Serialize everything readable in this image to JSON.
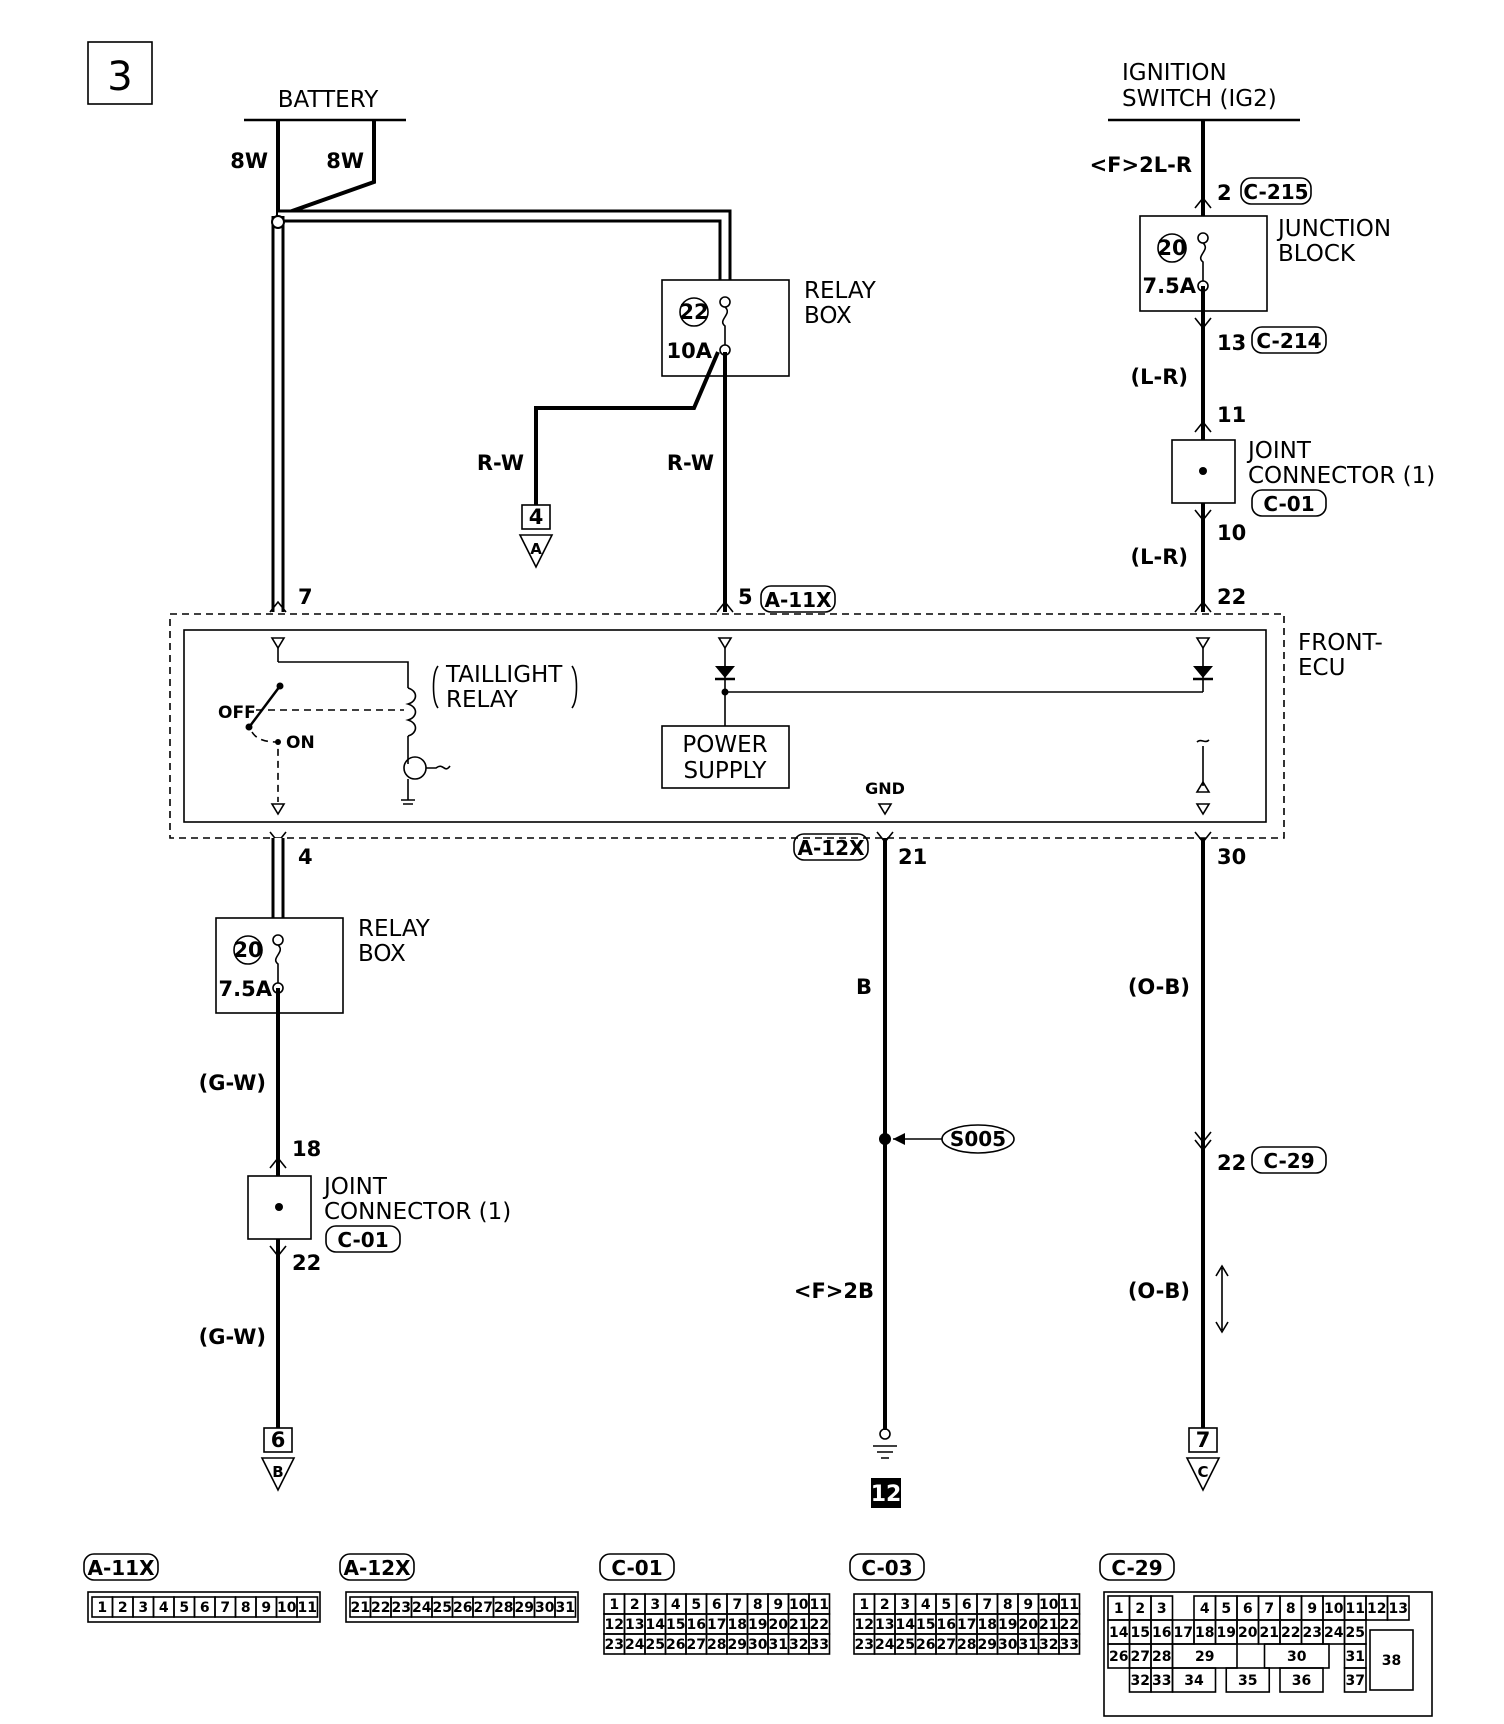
{
  "page_number": "3",
  "labels": {
    "battery": "BATTERY",
    "ignition_1": "IGNITION",
    "ignition_2": "SWITCH (IG2)",
    "junction_1": "JUNCTION",
    "junction_2": "BLOCK",
    "relay_box_top_1": "RELAY",
    "relay_box_top_2": "BOX",
    "relay_box_bottom_1": "RELAY",
    "relay_box_bottom_2": "BOX",
    "joint_right_1": "JOINT",
    "joint_right_2": "CONNECTOR (1)",
    "joint_left_1": "JOINT",
    "joint_left_2": "CONNECTOR (1)",
    "front_ecu_1": "FRONT-",
    "front_ecu_2": "ECU",
    "taillight_1": "TAILLIGHT",
    "taillight_2": "RELAY",
    "power_supply_1": "POWER",
    "power_supply_2": "SUPPLY",
    "off": "OFF",
    "on": "ON",
    "gnd": "GND"
  },
  "fuses": {
    "relay_top_num": "22",
    "relay_top_amp": "10A",
    "junction_num": "20",
    "junction_amp": "7.5A",
    "relay_bottom_num": "20",
    "relay_bottom_amp": "7.5A"
  },
  "wires": {
    "w8w_left": "8W",
    "w8w_right": "8W",
    "rw_left": "R-W",
    "rw_right": "R-W",
    "f2lr": "<F>2L-R",
    "lr_1": "(L-R)",
    "lr_2": "(L-R)",
    "gw_1": "(G-W)",
    "gw_2": "(G-W)",
    "b": "B",
    "f2b": "<F>2B",
    "ob_1": "(O-B)",
    "ob_2": "(O-B)"
  },
  "pins": {
    "p2": "2",
    "p13": "13",
    "p11": "11",
    "p10": "10",
    "p22_top": "22",
    "p7": "7",
    "p5": "5",
    "p4": "4",
    "p21": "21",
    "p30": "30",
    "p18": "18",
    "p22_left": "22",
    "p22_c29": "22"
  },
  "connector_refs": {
    "c215": "C-215",
    "c214": "C-214",
    "c01_right": "C-01",
    "a11x": "A-11X",
    "a12x": "A-12X",
    "c01_left": "C-01",
    "c29": "C-29",
    "s005": "S005"
  },
  "offpage": {
    "a_num": "4",
    "a_letter": "A",
    "b_num": "6",
    "b_letter": "B",
    "c_num": "7",
    "c_letter": "C",
    "ground_num": "12"
  },
  "connectors": {
    "a11x": {
      "title": "A-11X",
      "pins": [
        "1",
        "2",
        "3",
        "4",
        "5",
        "6",
        "7",
        "8",
        "9",
        "10",
        "11"
      ]
    },
    "a12x": {
      "title": "A-12X",
      "pins": [
        "21",
        "22",
        "23",
        "24",
        "25",
        "26",
        "27",
        "28",
        "29",
        "30",
        "31"
      ]
    },
    "c01": {
      "title": "C-01",
      "rows": [
        [
          "1",
          "2",
          "3",
          "4",
          "5",
          "6",
          "7",
          "8",
          "9",
          "10",
          "11"
        ],
        [
          "12",
          "13",
          "14",
          "15",
          "16",
          "17",
          "18",
          "19",
          "20",
          "21",
          "22"
        ],
        [
          "23",
          "24",
          "25",
          "26",
          "27",
          "28",
          "29",
          "30",
          "31",
          "32",
          "33"
        ]
      ]
    },
    "c03": {
      "title": "C-03",
      "rows": [
        [
          "1",
          "2",
          "3",
          "4",
          "5",
          "6",
          "7",
          "8",
          "9",
          "10",
          "11"
        ],
        [
          "12",
          "13",
          "14",
          "15",
          "16",
          "17",
          "18",
          "19",
          "20",
          "21",
          "22"
        ],
        [
          "23",
          "24",
          "25",
          "26",
          "27",
          "28",
          "29",
          "30",
          "31",
          "32",
          "33"
        ]
      ]
    },
    "c29": {
      "title": "C-29",
      "row1": [
        "1",
        "2",
        "3",
        "4",
        "5",
        "6",
        "7",
        "8",
        "9",
        "10",
        "11",
        "12",
        "13"
      ],
      "row2": [
        "14",
        "15",
        "16",
        "17",
        "18",
        "19",
        "20",
        "21",
        "22",
        "23",
        "24",
        "25"
      ],
      "row3": [
        "26",
        "27",
        "28",
        "29",
        "30",
        "31"
      ],
      "row4": [
        "32",
        "33",
        "34",
        "35",
        "36",
        "37"
      ],
      "big": "38"
    }
  }
}
